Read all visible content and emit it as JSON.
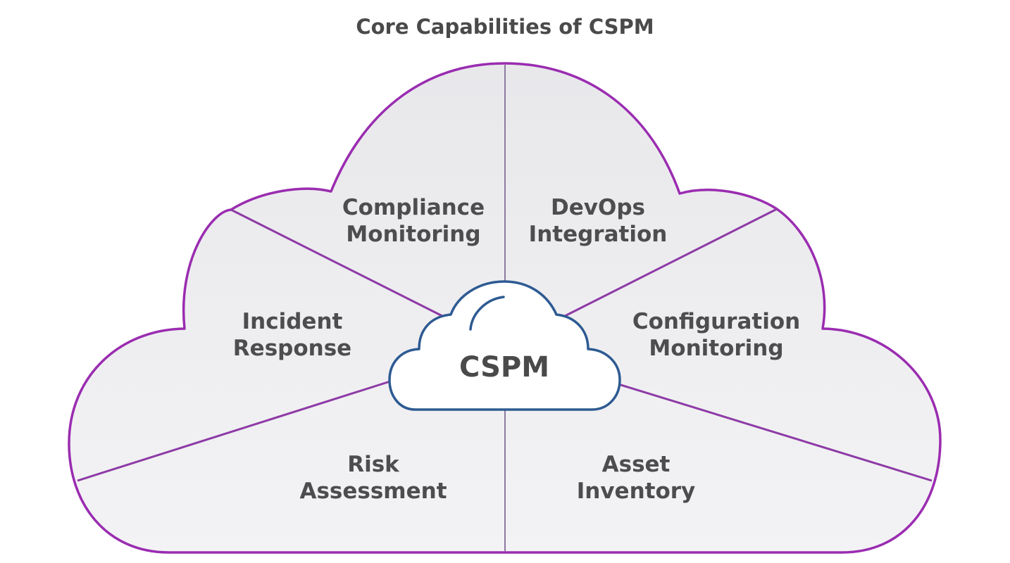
{
  "title": "Core Capabilities of CSPM",
  "center": {
    "label": "CSPM"
  },
  "segments": [
    {
      "id": "compliance-monitoring",
      "lines": [
        "Compliance",
        "Monitoring"
      ]
    },
    {
      "id": "devops-integration",
      "lines": [
        "DevOps",
        "Integration"
      ]
    },
    {
      "id": "incident-response",
      "lines": [
        "Incident",
        "Response"
      ]
    },
    {
      "id": "configuration-monitoring",
      "lines": [
        "Configuration",
        "Monitoring"
      ]
    },
    {
      "id": "risk-assessment",
      "lines": [
        "Risk",
        "Assessment"
      ]
    },
    {
      "id": "asset-inventory",
      "lines": [
        "Asset",
        "Inventory"
      ]
    }
  ],
  "colors": {
    "outer_stroke": "#9a2cb0",
    "outer_fill": "#ececef",
    "divider": "#8e3aa6",
    "inner_stroke": "#2d5a92",
    "inner_fill": "#ffffff",
    "text": "#4d4d4f"
  }
}
